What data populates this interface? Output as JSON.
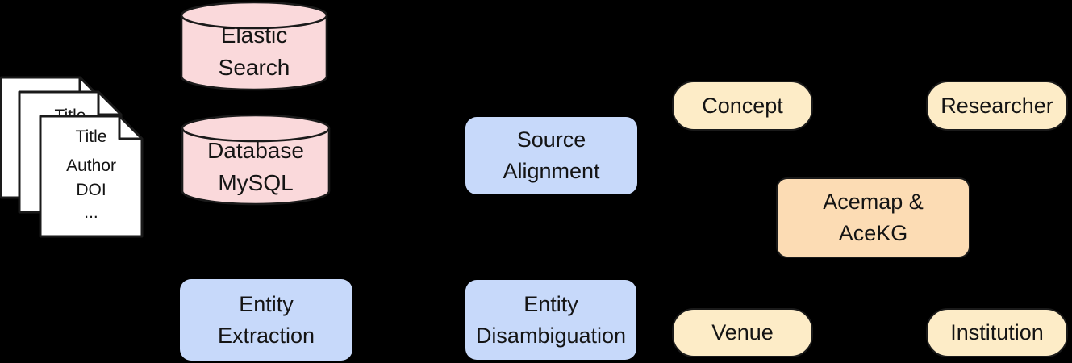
{
  "diagram": {
    "description": "Acemap AceKG data pipeline diagram",
    "background": "#000000"
  },
  "documents": {
    "front_lines": [
      "Title",
      "Author",
      "DOI",
      "..."
    ],
    "middle_line": "Title"
  },
  "datastores": [
    {
      "id": "elastic-search",
      "lines": [
        "Elastic",
        "Search"
      ]
    },
    {
      "id": "database-mysql",
      "lines": [
        "Database",
        "MySQL"
      ]
    }
  ],
  "processes": [
    {
      "id": "entity-extraction",
      "lines": [
        "Entity",
        "Extraction"
      ]
    },
    {
      "id": "source-alignment",
      "lines": [
        "Source",
        "Alignment"
      ]
    },
    {
      "id": "entity-disambiguation",
      "lines": [
        "Entity",
        "Disambiguation"
      ]
    }
  ],
  "entities": [
    {
      "id": "concept",
      "label": "Concept"
    },
    {
      "id": "researcher",
      "label": "Researcher"
    },
    {
      "id": "venue",
      "label": "Venue"
    },
    {
      "id": "institution",
      "label": "Institution"
    }
  ],
  "hub": {
    "lines": [
      "Acemap &",
      "AceKG"
    ]
  },
  "palette": {
    "datastore_fill": "#fad9db",
    "process_fill": "#c7d9fa",
    "entity_fill": "#fdecc7",
    "hub_fill": "#fcdcb4",
    "document_fill": "#ffffff",
    "outline": "#1a1a1a",
    "background": "#000000"
  }
}
